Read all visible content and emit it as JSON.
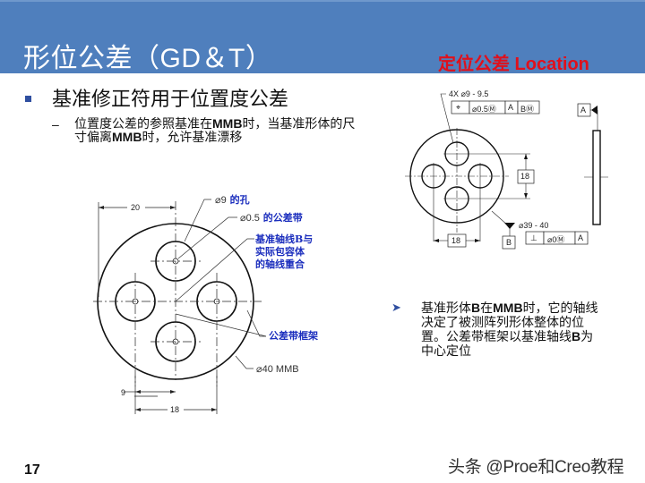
{
  "header": {
    "title": "形位公差（GD＆T）",
    "subtitle": "定位公差 Location",
    "bg_color": "#4f7fbd",
    "subtitle_color": "#e0101c"
  },
  "content": {
    "bullet": "基准修正符用于位置度公差",
    "sub_bullet_parts": [
      "位置度公差的参照基准在",
      "MMB",
      "时，当基准形体的尺寸偏离",
      "MMB",
      "时，允许基准漂移"
    ]
  },
  "left_drawing": {
    "dim_top": "20",
    "dim_bottom_9": "9",
    "dim_bottom_18": "18",
    "callouts": {
      "hole": {
        "dim": "⌀9",
        "label": "的孔"
      },
      "tol_zone": {
        "dim": "⌀0.5",
        "label": "的公差带"
      },
      "datum_axis": [
        "基准轴线B与",
        "实际包容体",
        "的轴线重合"
      ],
      "frame": "公差带框架",
      "outer": "⌀40  MMB"
    }
  },
  "right_drawing": {
    "hole_note": "4X ⌀9 - 9.5",
    "fcf_position": [
      "⌖",
      "⌀0.5Ⓜ",
      "A",
      "BⓂ"
    ],
    "datum_a": "A",
    "datum_b": "B",
    "dim_vertical": "18",
    "dim_horizontal": "18",
    "outer_dim": "⌀39 - 40",
    "fcf_perp": [
      "⊥",
      "⌀0Ⓜ",
      "A"
    ]
  },
  "note": {
    "icon": "arrow-bullet-icon",
    "parts": [
      "基准形体",
      "B",
      "在",
      "MMB",
      "时，它的轴线决定了被测阵列形体整体的位置。公差带框架以基准轴线",
      "B",
      "为中心定位"
    ]
  },
  "footer": {
    "page_number": "17",
    "watermark": "头条 @Proe和Creo教程"
  }
}
